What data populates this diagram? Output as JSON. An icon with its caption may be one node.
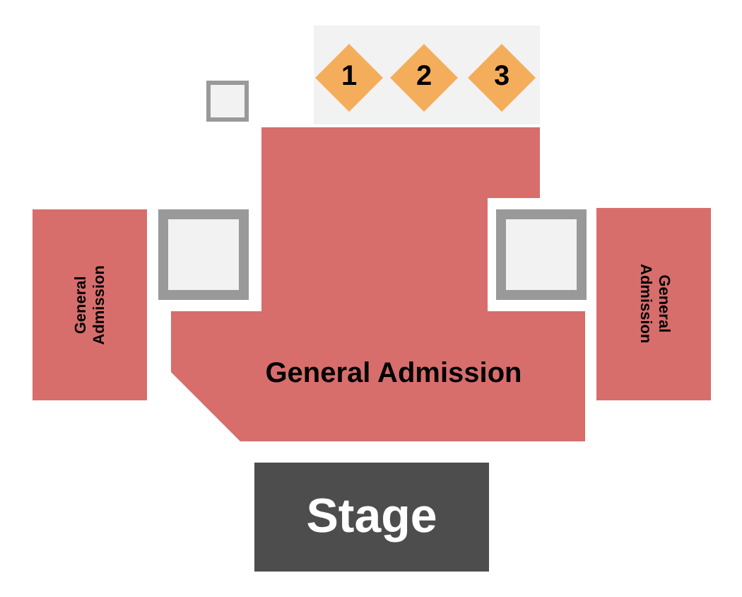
{
  "diagram": {
    "nodes": [
      {
        "text": [],
        "shape": "box"
      },
      {
        "text": [
          "1"
        ],
        "in": 0
      },
      {
        "text": [
          "2"
        ],
        "in": 0
      },
      {
        "text": [
          "3"
        ],
        "in": 0
      },
      {
        "text": [],
        "shape": "box"
      },
      {
        "text": [
          "General Admission"
        ]
      },
      {
        "text": [],
        "shape": "box"
      },
      {
        "text": [
          "General Admission"
        ]
      },
      {
        "text": [],
        "shape": "box"
      },
      {
        "text": [
          "General Admission"
        ]
      },
      {
        "text": [
          "Stage"
        ]
      }
    ]
  }
}
